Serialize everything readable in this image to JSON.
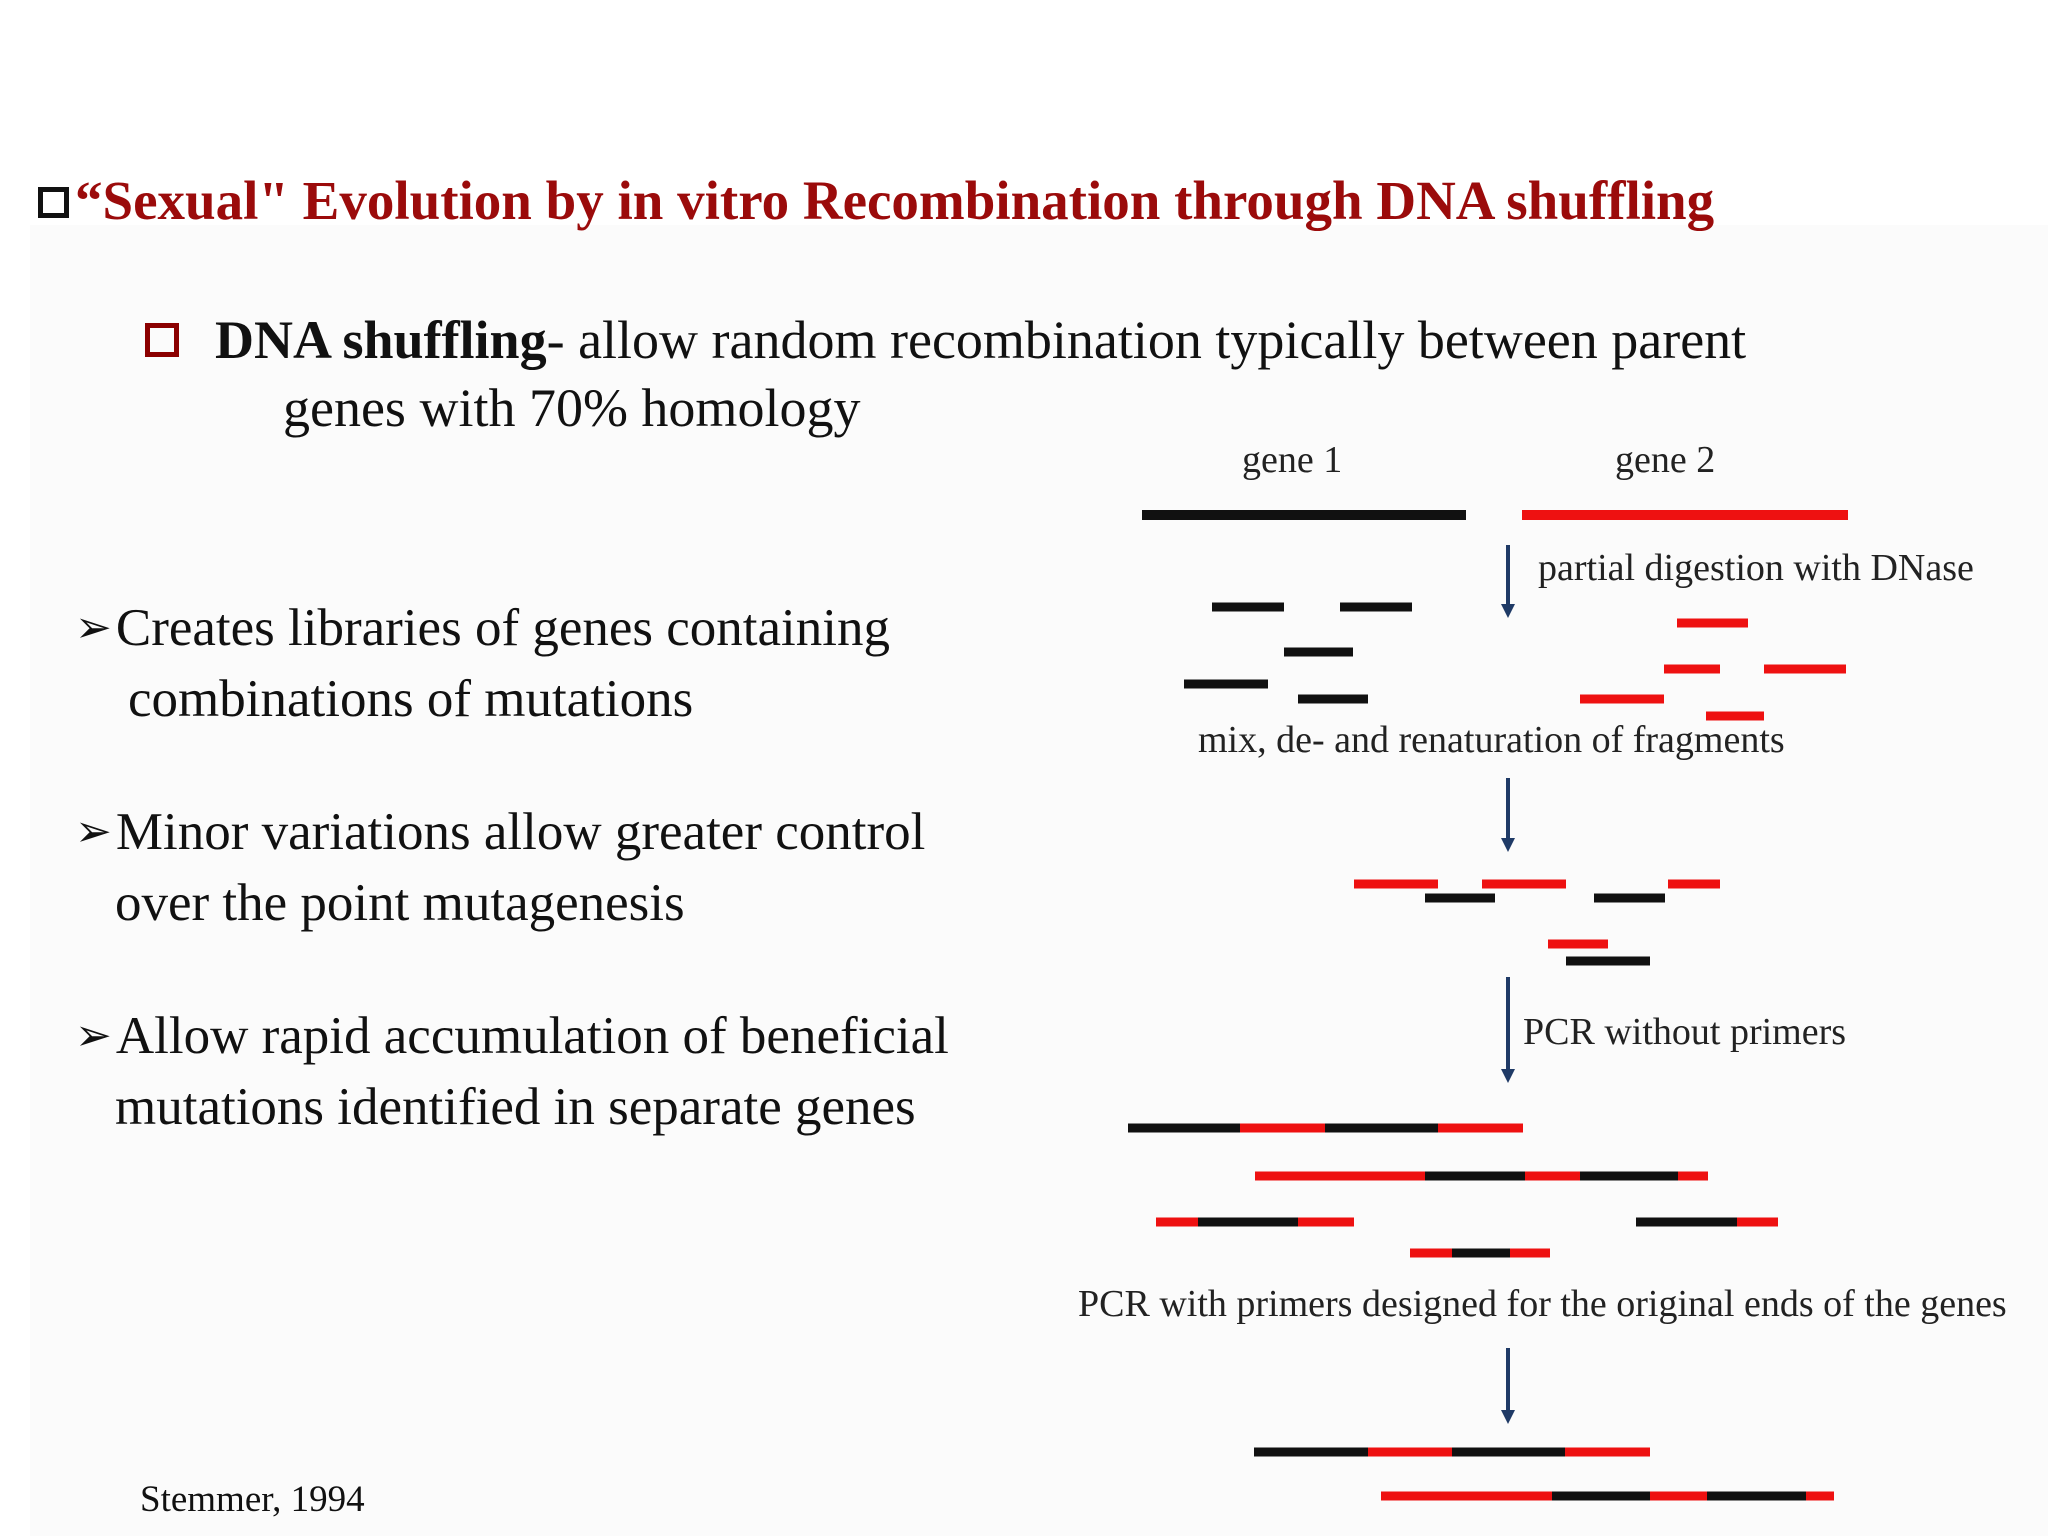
{
  "title": "“Sexual\" Evolution by in vitro Recombination through DNA shuffling",
  "subpoint": {
    "bold": "DNA shuffling",
    "text": "- allow random recombination typically between parent",
    "line2": "genes with 70% homology"
  },
  "bullets": [
    {
      "line1": "Creates libraries of genes containing",
      "line2": "combinations of mutations"
    },
    {
      "line1": "Minor variations allow greater control",
      "line2": "over the point mutagenesis"
    },
    {
      "line1": "Allow rapid accumulation of beneficial",
      "line2": "mutations identified in separate genes"
    }
  ],
  "citation": "Stemmer, 1994",
  "diagram": {
    "gene1_label": "gene 1",
    "gene2_label": "gene 2",
    "step1": "partial digestion with DNase",
    "step2": "mix, de- and renaturation of fragments",
    "step3": "PCR without primers",
    "step4": "PCR with primers designed for the original ends of the genes",
    "colors": {
      "gene1": "#111111",
      "gene2": "#ee1111",
      "arrow": "#1f3a66"
    }
  }
}
